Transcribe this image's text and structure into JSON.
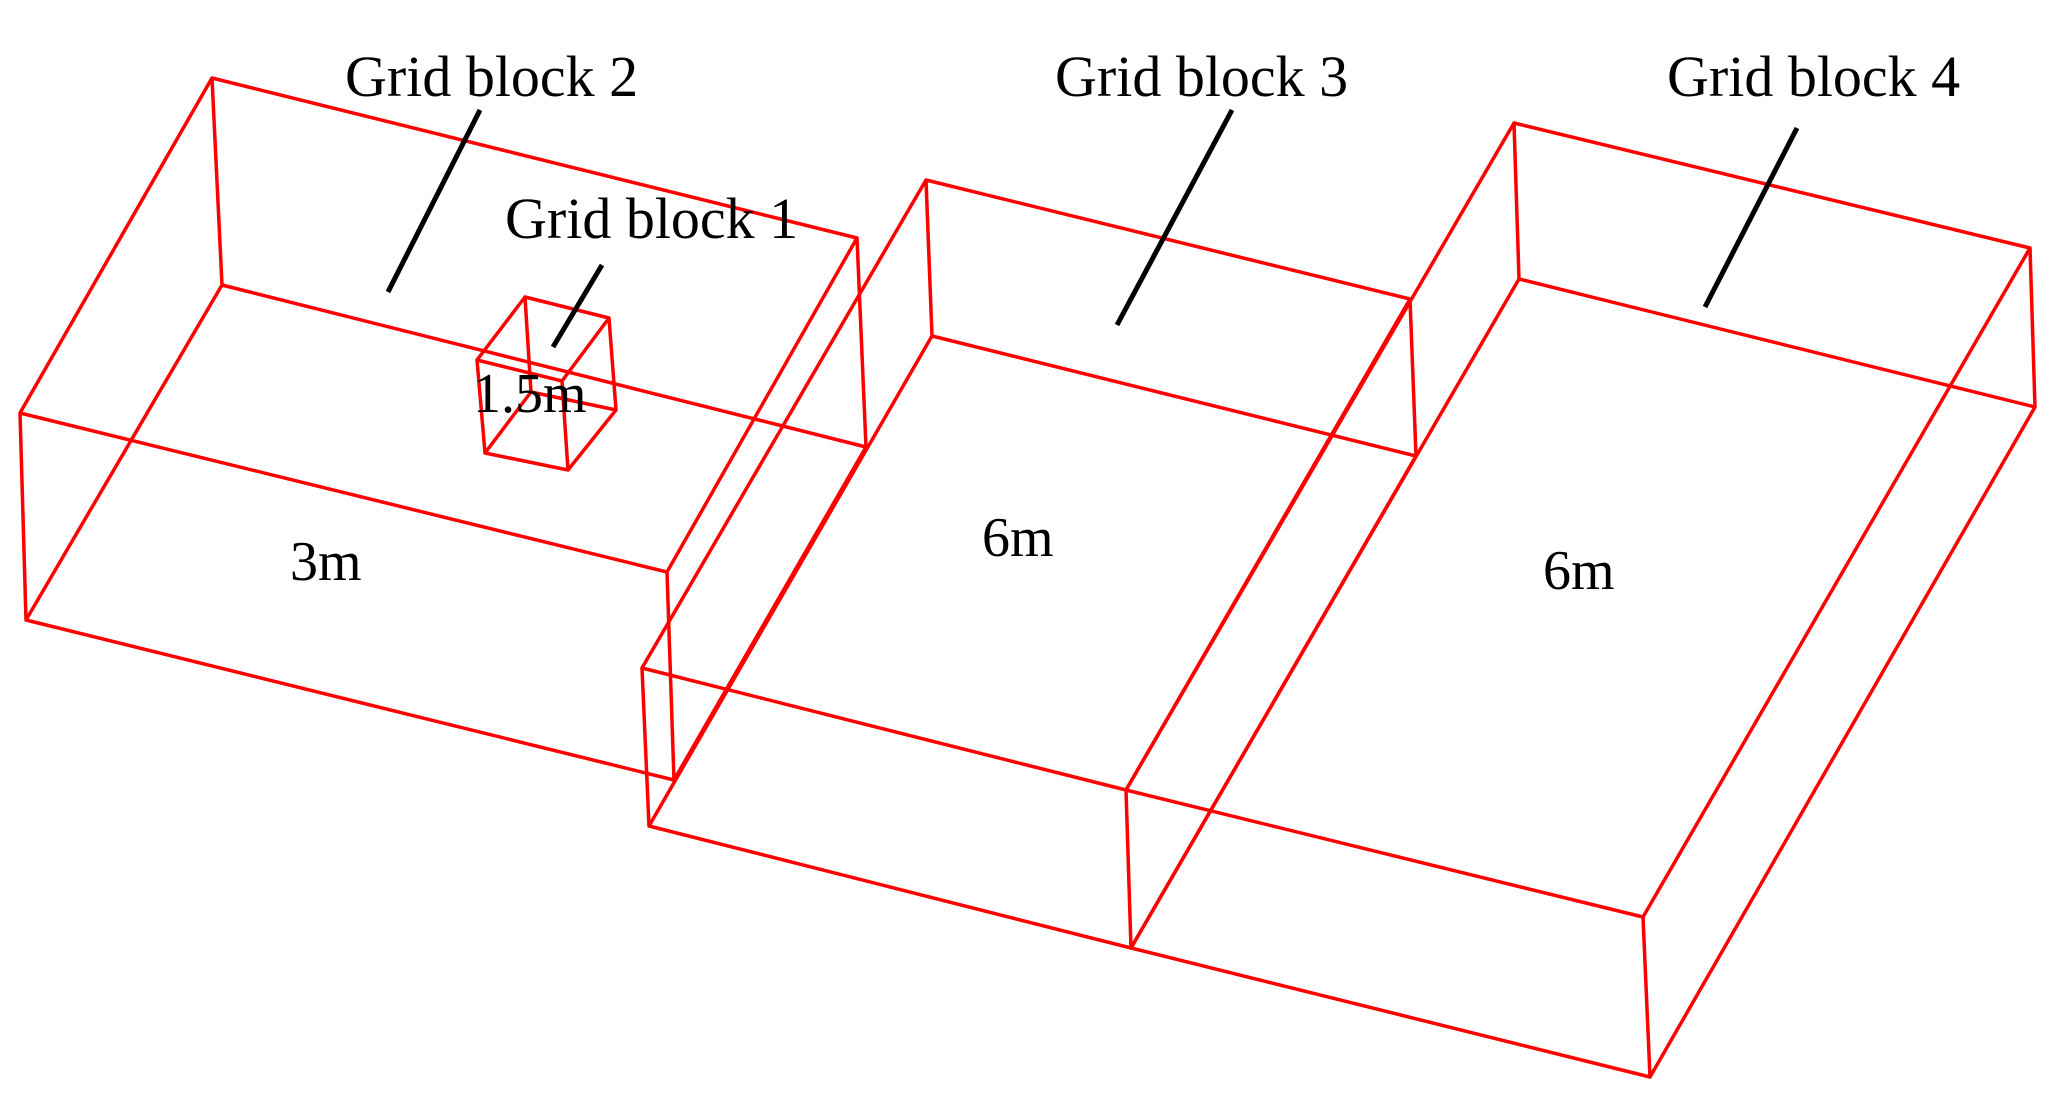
{
  "colors": {
    "edge": "#ff0000",
    "text": "#000000",
    "background": "#ffffff"
  },
  "blocks": [
    {
      "id": "block-1",
      "label": "Grid block 1",
      "dimension": "1.5m"
    },
    {
      "id": "block-2",
      "label": "Grid block 2",
      "dimension": "3m"
    },
    {
      "id": "block-3",
      "label": "Grid block 3",
      "dimension": "6m"
    },
    {
      "id": "block-4",
      "label": "Grid block 4",
      "dimension": "6m"
    }
  ]
}
